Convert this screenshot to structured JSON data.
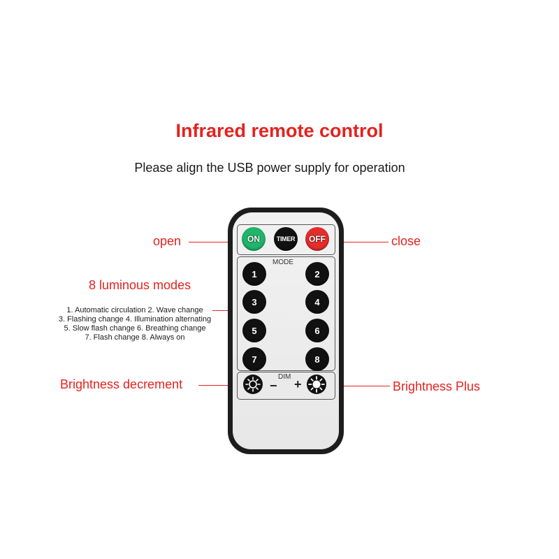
{
  "title": "Infrared remote control",
  "subtitle": "Please align the USB power supply for operation",
  "callouts": {
    "open": "open",
    "close": "close",
    "modes_heading": "8 luminous modes",
    "modes_list": [
      "1. Automatic circulation 2. Wave change",
      "3. Flashing change 4. Illumination alternating",
      "5. Slow flash change 6. Breathing change",
      "7. Flash change 8. Always on"
    ],
    "brightness_minus": "Brightness decrement",
    "brightness_plus": "Brightness Plus"
  },
  "remote": {
    "on_label": "ON",
    "timer_label": "TIMER",
    "off_label": "OFF",
    "mode_label": "MODE",
    "mode_buttons": [
      "1",
      "2",
      "3",
      "4",
      "5",
      "6",
      "7",
      "8"
    ],
    "dim_label": "DIM",
    "minus_sign": "−",
    "plus_sign": "+"
  },
  "colors": {
    "accent_red": "#e3231f",
    "on_green": "#20b56a",
    "off_red": "#e52d2d",
    "button_black": "#111111"
  }
}
